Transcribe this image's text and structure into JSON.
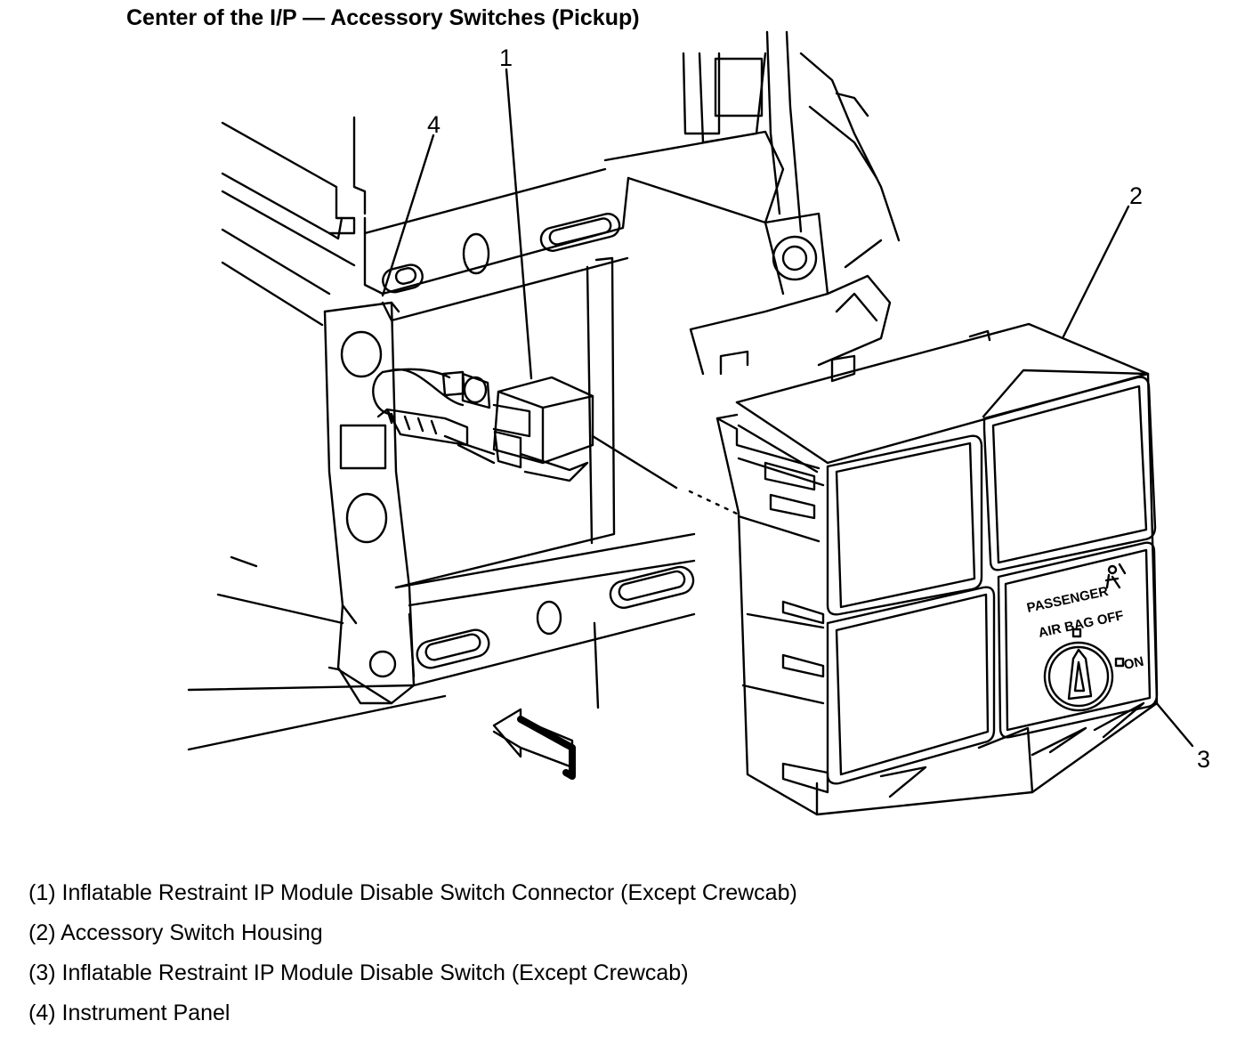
{
  "title": "Center of the I/P — Accessory Switches (Pickup)",
  "callouts": [
    "1",
    "2",
    "3",
    "4"
  ],
  "switch_labels": {
    "line1": "PASSENGER",
    "line2": "AIR BAG OFF",
    "on": "ON"
  },
  "legend": [
    "(1) Inflatable Restraint IP Module Disable Switch Connector (Except Crewcab)",
    "(2) Accessory Switch Housing",
    "(3) Inflatable Restraint IP Module Disable Switch (Except Crewcab)",
    "(4) Instrument Panel"
  ],
  "icons": [
    "passenger-airbag-icon",
    "install-direction-arrow-icon"
  ]
}
